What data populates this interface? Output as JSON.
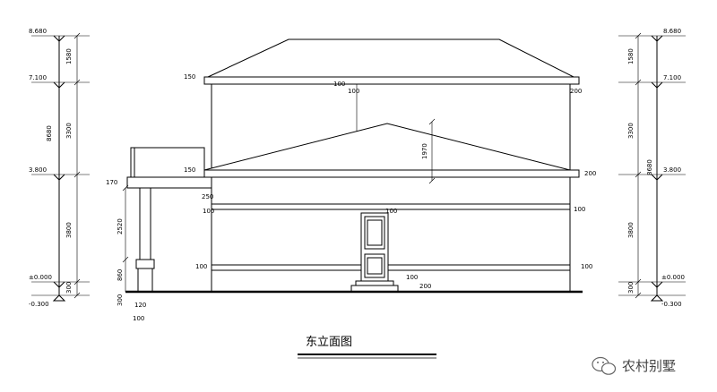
{
  "title": "东立面图",
  "watermark": "农村别墅",
  "left_levels": [
    "8.680",
    "7.100",
    "3.800",
    "±0.000",
    "-0.300"
  ],
  "right_levels": [
    "8.680",
    "7.100",
    "3.800",
    "±0.000",
    "-0.300"
  ],
  "left_dims": [
    "1580",
    "3300",
    "3800",
    "300",
    "8680"
  ],
  "right_dims": [
    "1580",
    "3300",
    "3800",
    "300",
    "8680"
  ],
  "inner_dims": [
    "1970",
    "2520",
    "860",
    "300",
    "100",
    "150",
    "200",
    "250",
    "120",
    "170"
  ]
}
